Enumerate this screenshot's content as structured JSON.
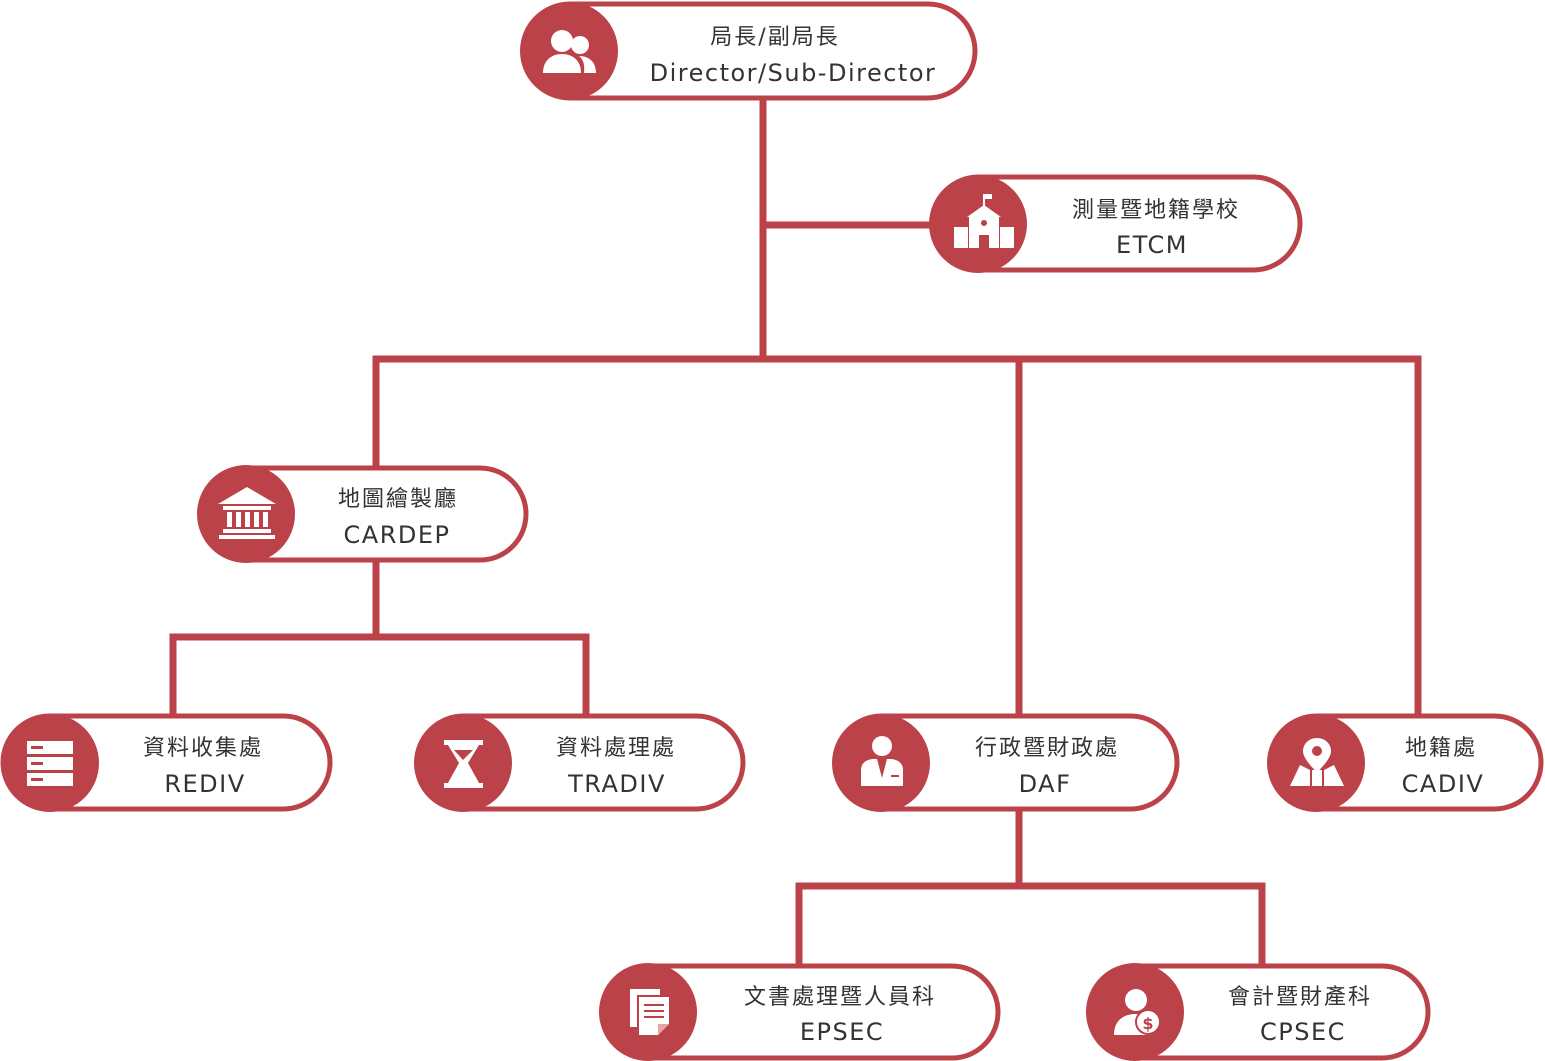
{
  "colors": {
    "accent": "#bc4249",
    "text": "#333333",
    "background": "#ffffff",
    "icon": "#ffffff"
  },
  "nodes": {
    "director": {
      "title": "局長/副局長",
      "subtitle": "Director/Sub-Director",
      "icon": "users-icon"
    },
    "etcm": {
      "title": "測量暨地籍學校",
      "subtitle": "ETCM",
      "icon": "school-icon"
    },
    "cardep": {
      "title": "地圖繪製廳",
      "subtitle": "CARDEP",
      "icon": "institution-icon"
    },
    "rediv": {
      "title": "資料收集處",
      "subtitle": "REDIV",
      "icon": "server-icon"
    },
    "tradiv": {
      "title": "資料處理處",
      "subtitle": "TRADIV",
      "icon": "hourglass-icon"
    },
    "daf": {
      "title": "行政暨財政處",
      "subtitle": "DAF",
      "icon": "businessman-icon"
    },
    "cadiv": {
      "title": "地籍處",
      "subtitle": "CADIV",
      "icon": "map-pin-icon"
    },
    "epsec": {
      "title": "文書處理暨人員科",
      "subtitle": "EPSEC",
      "icon": "documents-icon"
    },
    "cpsec": {
      "title": "會計暨財產科",
      "subtitle": "CPSEC",
      "icon": "user-dollar-icon"
    }
  }
}
